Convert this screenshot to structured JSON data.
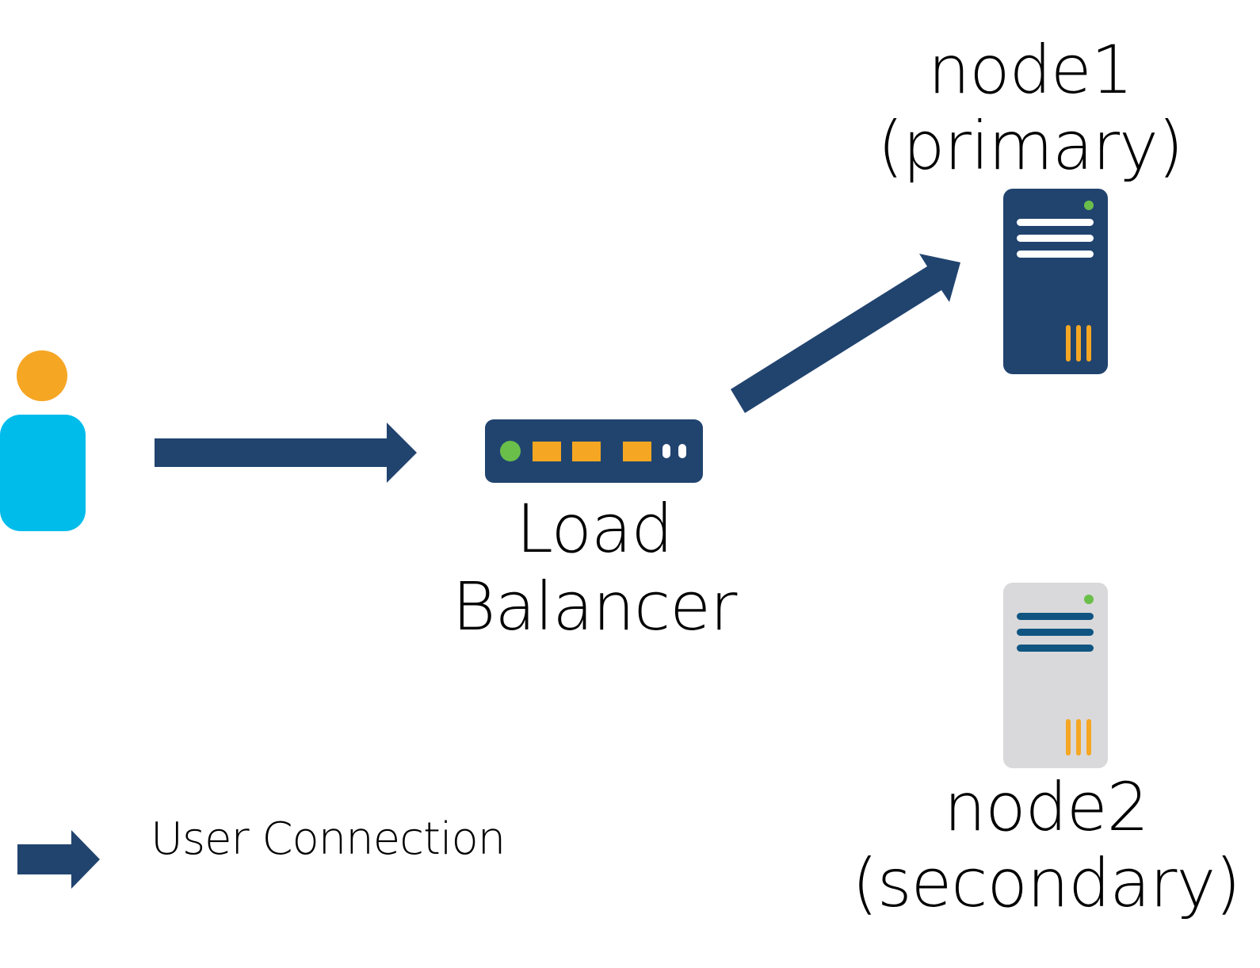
{
  "colors": {
    "navy": "#21446f",
    "orange": "#f5a623",
    "green": "#6abf4b",
    "cyan": "#00bceb",
    "light_gray": "#d9d9db",
    "secondary_line": "#105582",
    "white": "#ffffff"
  },
  "nodes": {
    "user": {
      "icon": "person-icon"
    },
    "load_balancer": {
      "icon": "load-balancer-icon",
      "label_line1": "Load",
      "label_line2": "Balancer"
    },
    "node1": {
      "icon": "server-icon",
      "label_line1": "node1",
      "label_line2": "(primary)",
      "state": "active"
    },
    "node2": {
      "icon": "server-icon",
      "label_line1": "node2",
      "label_line2": "(secondary)",
      "state": "inactive"
    }
  },
  "edges": [
    {
      "from": "user",
      "to": "load_balancer",
      "type": "User Connection"
    },
    {
      "from": "load_balancer",
      "to": "node1",
      "type": "User Connection"
    }
  ],
  "legend": {
    "items": [
      {
        "icon": "arrow-icon",
        "label": "User Connection"
      }
    ]
  }
}
